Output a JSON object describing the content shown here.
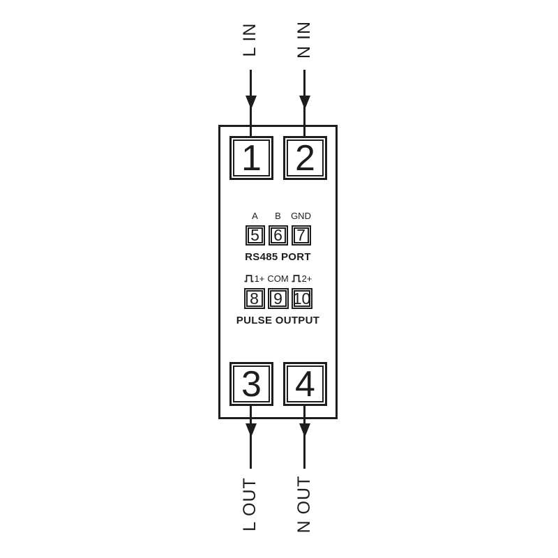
{
  "diagram": {
    "type": "energy-meter-wiring-diagram",
    "colors": {
      "line": "#1d1d1b",
      "background": "#ffffff"
    },
    "top_inputs": [
      {
        "label": "L IN",
        "terminal": "1"
      },
      {
        "label": "N IN",
        "terminal": "2"
      }
    ],
    "bottom_outputs": [
      {
        "label": "L OUT",
        "terminal": "3"
      },
      {
        "label": "N OUT",
        "terminal": "4"
      }
    ],
    "rs485": {
      "title": "RS485 PORT",
      "pins": [
        {
          "label": "A",
          "terminal": "5"
        },
        {
          "label": "B",
          "terminal": "6"
        },
        {
          "label": "GND",
          "terminal": "7"
        }
      ]
    },
    "pulse": {
      "title": "PULSE OUTPUT",
      "pins": [
        {
          "label": "1+",
          "icon": "pulse-icon",
          "terminal": "8"
        },
        {
          "label": "COM",
          "icon": "",
          "terminal": "9"
        },
        {
          "label": "2+",
          "icon": "pulse-icon",
          "terminal": "10"
        }
      ]
    }
  }
}
